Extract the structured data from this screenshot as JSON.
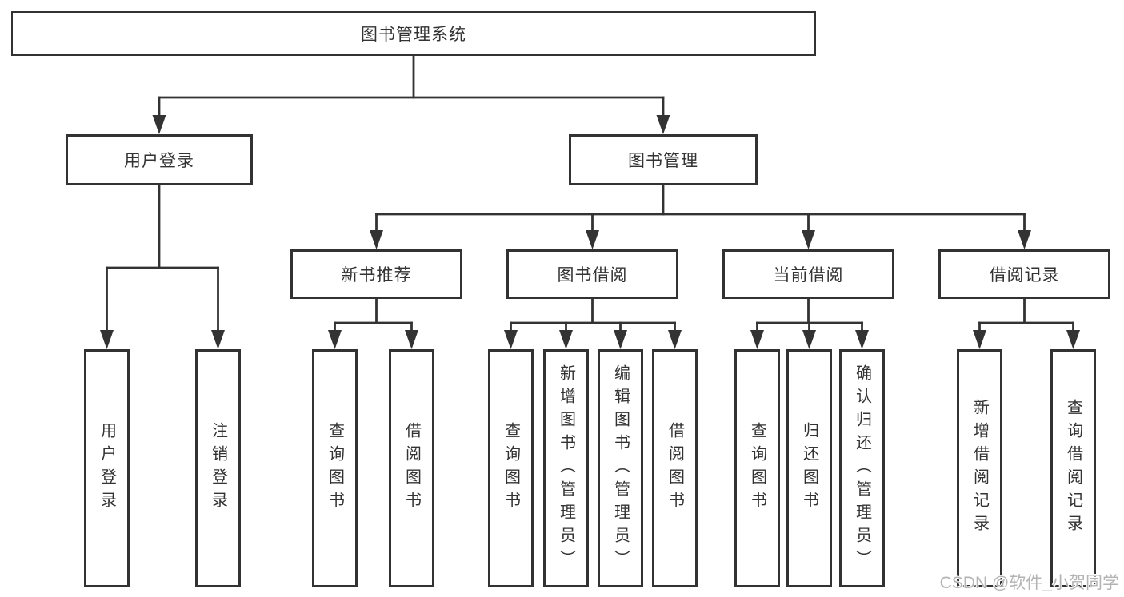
{
  "tree": {
    "label": "图书管理系统",
    "children": [
      {
        "label": "用户登录",
        "children": [
          {
            "label": "用户登录"
          },
          {
            "label": "注销登录"
          }
        ]
      },
      {
        "label": "图书管理",
        "children": [
          {
            "label": "新书推荐",
            "children": [
              {
                "label": "查询图书"
              },
              {
                "label": "借阅图书"
              }
            ]
          },
          {
            "label": "图书借阅",
            "children": [
              {
                "label": "查询图书"
              },
              {
                "label": "新增图书（管理员）"
              },
              {
                "label": "编辑图书（管理员）"
              },
              {
                "label": "借阅图书"
              }
            ]
          },
          {
            "label": "当前借阅",
            "children": [
              {
                "label": "查询图书"
              },
              {
                "label": "归还图书"
              },
              {
                "label": "确认归还（管理员）"
              }
            ]
          },
          {
            "label": "借阅记录",
            "children": [
              {
                "label": "新增借阅记录"
              },
              {
                "label": "查询借阅记录"
              }
            ]
          }
        ]
      }
    ]
  },
  "watermark": "CSDN @软件_小贺同学",
  "colors": {
    "line": "#333333",
    "box_border": "#323232",
    "text": "#333333",
    "watermark": "#b3b3b3",
    "background": "#ffffff"
  }
}
